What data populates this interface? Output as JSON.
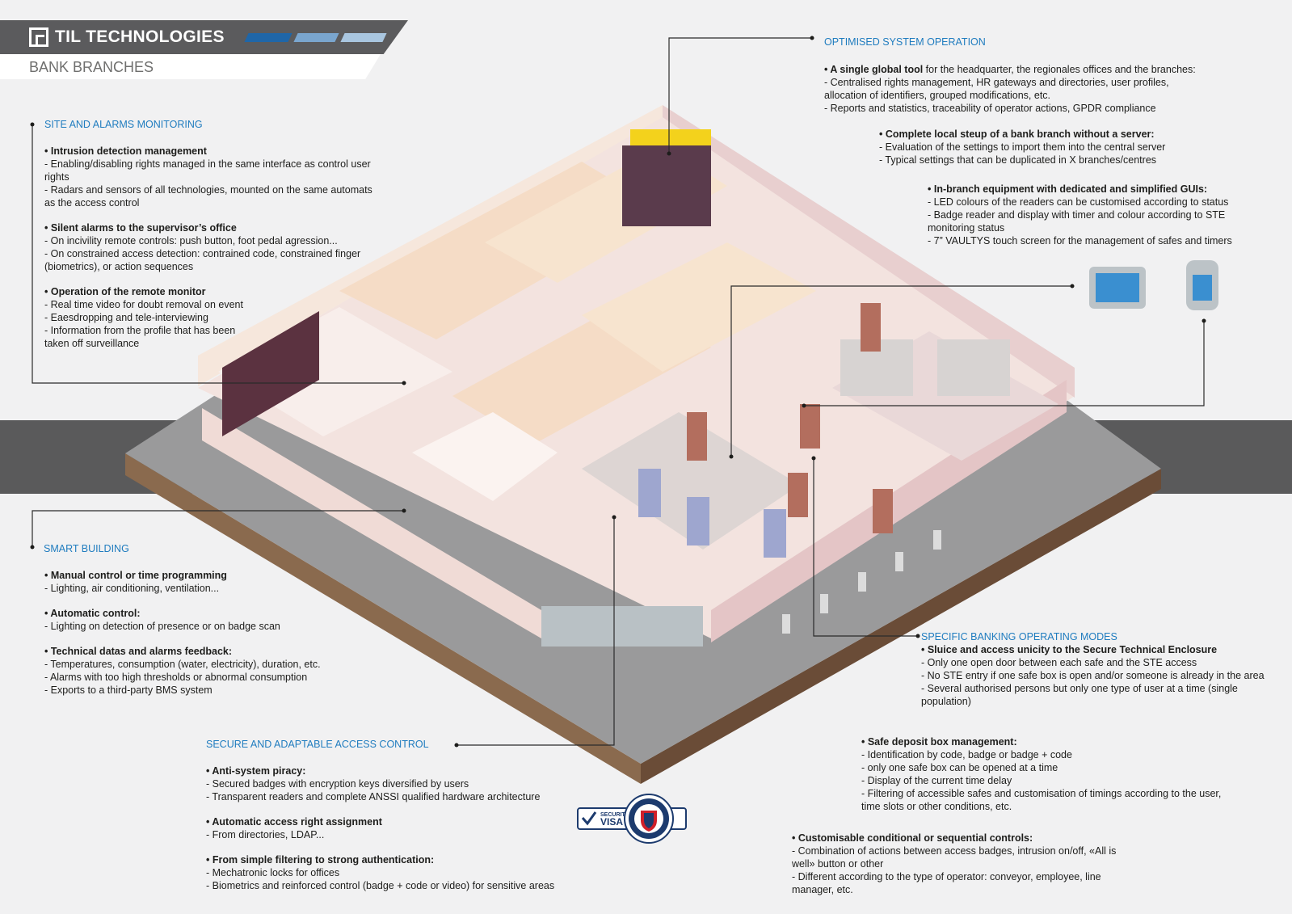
{
  "header": {
    "brand": "TIL TECHNOLOGIES",
    "subtitle": "BANK BRANCHES"
  },
  "colors": {
    "accent": "#1f7cbf",
    "header_bar": "#5b5b5d",
    "stripe_dark": "#1f66a8",
    "stripe_mid": "#7aa6cf",
    "stripe_light": "#a9c6e0",
    "ground_band": "#5a5a5b"
  },
  "site_alarms": {
    "title": "SITE AND ALARMS MONITORING",
    "i1_h": "• Intrusion detection management",
    "i1_l1": "- Enabling/disabling rights managed in the same interface as control user rights",
    "i1_l2": "- Radars and sensors of all technologies, mounted on the same automats as the access control",
    "i2_h": "• Silent alarms to the supervisor’s office",
    "i2_l1": "- On incivility remote controls: push button, foot pedal agression...",
    "i2_l2": "- On constrained access detection: contrained code, constrained finger (biometrics), or action sequences",
    "i3_h": "• Operation of the remote monitor",
    "i3_l1": "- Real time video for doubt removal on event",
    "i3_l2": "- Eaesdropping and tele-interviewing",
    "i3_l3": "- Information from the profile that has been taken off surveillance"
  },
  "smart_building": {
    "title": "SMART BUILDING",
    "i1_h": "• Manual control or time programming",
    "i1_l1": "- Lighting, air conditioning, ventilation...",
    "i2_h": "• Automatic control:",
    "i2_l1": "- Lighting on detection of presence or on badge scan",
    "i3_h": "• Technical datas and alarms feedback:",
    "i3_l1": "- Temperatures, consumption (water, electricity), duration, etc.",
    "i3_l2": "- Alarms with too high thresholds or abnormal consumption",
    "i3_l3": "- Exports to a third-party BMS system"
  },
  "access_control": {
    "title": "SECURE AND ADAPTABLE ACCESS CONTROL",
    "i1_h": "• Anti-system piracy:",
    "i1_l1": "- Secured badges with encryption keys diversified by users",
    "i1_l2": "- Transparent readers and complete ANSSI qualified hardware architecture",
    "i2_h": "• Automatic access right assignment",
    "i2_l1": "- From directories, LDAP...",
    "i3_h": "• From simple filtering to strong authentication:",
    "i3_l1": "- Mechatronic locks for offices",
    "i3_l2": "- Biometrics and reinforced control (badge + code or video) for sensitive areas"
  },
  "badge": {
    "line1": "SECURITY",
    "line2": "VISA"
  },
  "optimised": {
    "title": "OPTIMISED SYSTEM OPERATION",
    "i1_h": "• A single global tool",
    "i1_rest": " for the headquarter, the regionales offices and the branches:",
    "i1_l1": "- Centralised rights management, HR gateways and directories, user profiles,",
    "i1_l2": "allocation of identifiers, grouped modifications, etc.",
    "i1_l3": "- Reports and statistics, traceability of operator actions, GPDR compliance",
    "i2_h": "• Complete local steup of a bank branch without a server:",
    "i2_l1": "- Evaluation of the settings to import them into the central server",
    "i2_l2": "- Typical settings that can be duplicated in X branches/centres",
    "i3_h": "• In-branch equipment with dedicated and simplified GUIs:",
    "i3_l1": "- LED colours of the readers can be customised according to status",
    "i3_l2": "- Badge reader and display with timer and colour according to STE",
    "i3_l3": "monitoring status",
    "i3_l4": "- 7” VAULTYS touch screen for the management of safes and timers"
  },
  "banking_modes": {
    "title": "SPECIFIC BANKING OPERATING MODES",
    "i1_h": "• Sluice and access unicity to the Secure Technical Enclosure",
    "i1_l1": "- Only one open door between each safe and the STE access",
    "i1_l2": "- No STE entry if one safe box is open and/or someone is already in the area",
    "i1_l3": "- Several authorised persons but only one type of user at a time (single population)",
    "i2_h": "• Safe deposit box management:",
    "i2_l1": "- Identification by code, badge or badge + code",
    "i2_l2": "- only one safe box can be opened at a time",
    "i2_l3": "- Display of the current time delay",
    "i2_l4": "- Filtering of accessible safes and customisation of timings according to the user, time slots or other conditions, etc.",
    "i3_h": "• Customisable conditional or sequential controls:",
    "i3_l1": "- Combination of actions between access badges, intrusion on/off, «All is well» button or other",
    "i3_l2": "- Different according to the type of operator: conveyor, employee, line manager, etc."
  }
}
